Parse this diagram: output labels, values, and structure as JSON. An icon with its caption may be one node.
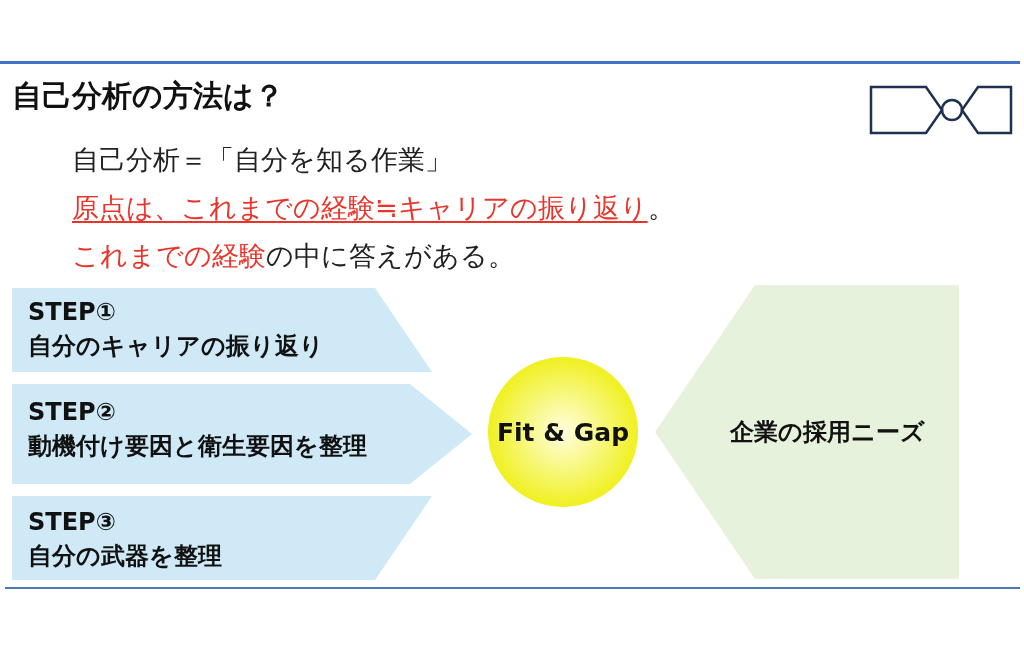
{
  "diagram": {
    "title": "自己分析の方法は？",
    "nodes": [
      {
        "text": [
          "STEP①",
          "自分のキャリアの振り返り"
        ]
      },
      {
        "text": [
          "STEP②",
          "動機付け要因と衛生要因を整理"
        ]
      },
      {
        "text": [
          "STEP③",
          "自分の武器を整理"
        ]
      },
      {
        "text": [
          "Fit & Gap"
        ]
      },
      {
        "text": [
          "企業の採用ニーズ"
        ]
      }
    ],
    "labels": [
      "自己分析＝「自分を知る作業」",
      "原点は、これまでの経験≒キャリアの振り返り",
      "。",
      "これまでの経験",
      "の中に答えがある。"
    ]
  }
}
